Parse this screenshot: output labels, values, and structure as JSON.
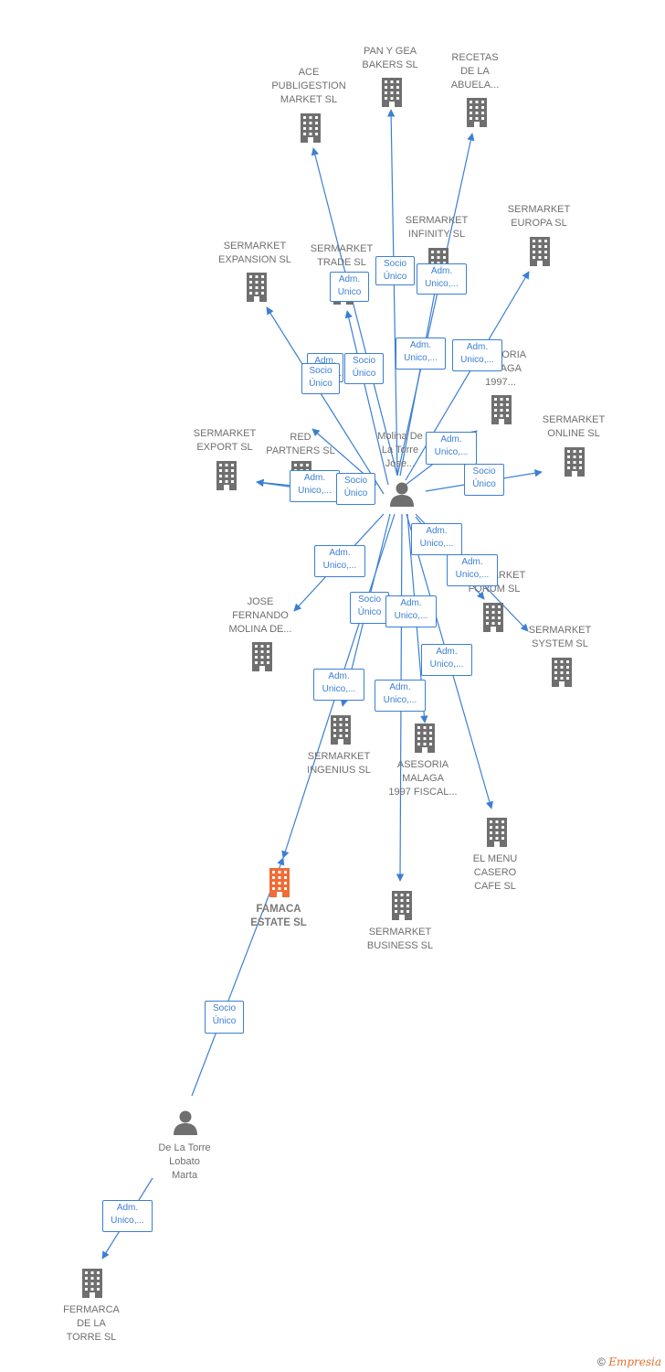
{
  "colors": {
    "edge": "#3b7fd4",
    "node": "#6f6f6f",
    "focus": "#f06b35"
  },
  "nodes": [
    {
      "id": "ace",
      "type": "company",
      "label": "ACE\nPUBLIGESTION\nMARKET  SL"
    },
    {
      "id": "pangea",
      "type": "company",
      "label": "PAN Y GEA\nBAKERS  SL"
    },
    {
      "id": "recetas",
      "type": "company",
      "label": "RECETAS\nDE LA\nABUELA..."
    },
    {
      "id": "expansion",
      "type": "company",
      "label": "SERMARKET\nEXPANSION  SL"
    },
    {
      "id": "trade",
      "type": "company",
      "label": "SERMARKET\nTRADE  SL"
    },
    {
      "id": "infinity",
      "type": "company",
      "label": "SERMARKET\nINFINITY  SL"
    },
    {
      "id": "europa",
      "type": "company",
      "label": "SERMARKET\nEUROPA  SL"
    },
    {
      "id": "asesoria1",
      "type": "company",
      "label": "ASESORIA\nMALAGA\n1997..."
    },
    {
      "id": "export",
      "type": "company",
      "label": "SERMARKET\nEXPORT  SL"
    },
    {
      "id": "red",
      "type": "company",
      "label": "RED\nPARTNERS  SL"
    },
    {
      "id": "molina",
      "type": "person",
      "label": "Molina De\nLa Torre\nJose..."
    },
    {
      "id": "online",
      "type": "company",
      "label": "SERMARKET\nONLINE  SL"
    },
    {
      "id": "jose",
      "type": "company",
      "label": "JOSE\nFERNANDO\nMOLINA DE..."
    },
    {
      "id": "forum",
      "type": "company",
      "label": "SERMARKET\nFORUM  SL"
    },
    {
      "id": "system",
      "type": "company",
      "label": "SERMARKET\nSYSTEM  SL"
    },
    {
      "id": "ingenius",
      "type": "company",
      "label": "SERMARKET\nINGENIUS  SL"
    },
    {
      "id": "asesoria2",
      "type": "company",
      "label": "ASESORIA\nMALAGA\n1997 FISCAL..."
    },
    {
      "id": "menu",
      "type": "company",
      "label": "EL MENU\nCASERO\nCAFE  SL"
    },
    {
      "id": "famaca",
      "type": "focus",
      "label": "FAMACA\nESTATE  SL"
    },
    {
      "id": "business",
      "type": "company",
      "label": "SERMARKET\nBUSINESS  SL"
    },
    {
      "id": "delatorre",
      "type": "person",
      "label": "De La Torre\nLobato\nMarta"
    },
    {
      "id": "fermarca",
      "type": "company",
      "label": "FERMARCA\nDE LA\nTORRE  SL"
    }
  ],
  "edges": [
    {
      "from": "molina",
      "to": "ace",
      "label": "Adm.\nUnico"
    },
    {
      "from": "molina",
      "to": "pangea",
      "label": "Socio\nÚnico"
    },
    {
      "from": "molina",
      "to": "recetas",
      "label": "Adm.\nUnico,..."
    },
    {
      "from": "molina",
      "to": "expansion",
      "label": "Adm.\nUnico,..."
    },
    {
      "from": "molina",
      "to": "trade",
      "label": "Socio\nÚnico"
    },
    {
      "from": "molina",
      "to": "infinity",
      "label": "Adm.\nUnico,..."
    },
    {
      "from": "molina",
      "to": "europa",
      "label": "Adm.\nUnico,..."
    },
    {
      "from": "molina",
      "to": "asesoria1",
      "label": "Adm.\nUnico,..."
    },
    {
      "from": "molina",
      "to": "red",
      "label": "Socio\nÚnico"
    },
    {
      "from": "molina",
      "to": "export",
      "label": "Adm.\nUnico,..."
    },
    {
      "from": "molina",
      "to": "export",
      "label": "Socio\nÚnico"
    },
    {
      "from": "molina",
      "to": "online",
      "label": "Socio\nÚnico"
    },
    {
      "from": "molina",
      "to": "forum",
      "label": "Adm.\nUnico,..."
    },
    {
      "from": "molina",
      "to": "system",
      "label": "Adm.\nUnico,..."
    },
    {
      "from": "molina",
      "to": "jose",
      "label": "Adm.\nUnico,..."
    },
    {
      "from": "molina",
      "to": "ingenius",
      "label": "Socio\nÚnico"
    },
    {
      "from": "molina",
      "to": "asesoria2",
      "label": "Adm.\nUnico,..."
    },
    {
      "from": "molina",
      "to": "famaca",
      "label": "Adm.\nUnico,..."
    },
    {
      "from": "molina",
      "to": "menu",
      "label": "Adm.\nUnico,..."
    },
    {
      "from": "molina",
      "to": "business",
      "label": "Adm.\nUnico,..."
    },
    {
      "from": "delatorre",
      "to": "famaca",
      "label": "Socio\nÚnico"
    },
    {
      "from": "delatorre",
      "to": "fermarca",
      "label": "Adm.\nUnico,..."
    }
  ],
  "footer": {
    "copyright": "©",
    "brand": "Empresia"
  }
}
